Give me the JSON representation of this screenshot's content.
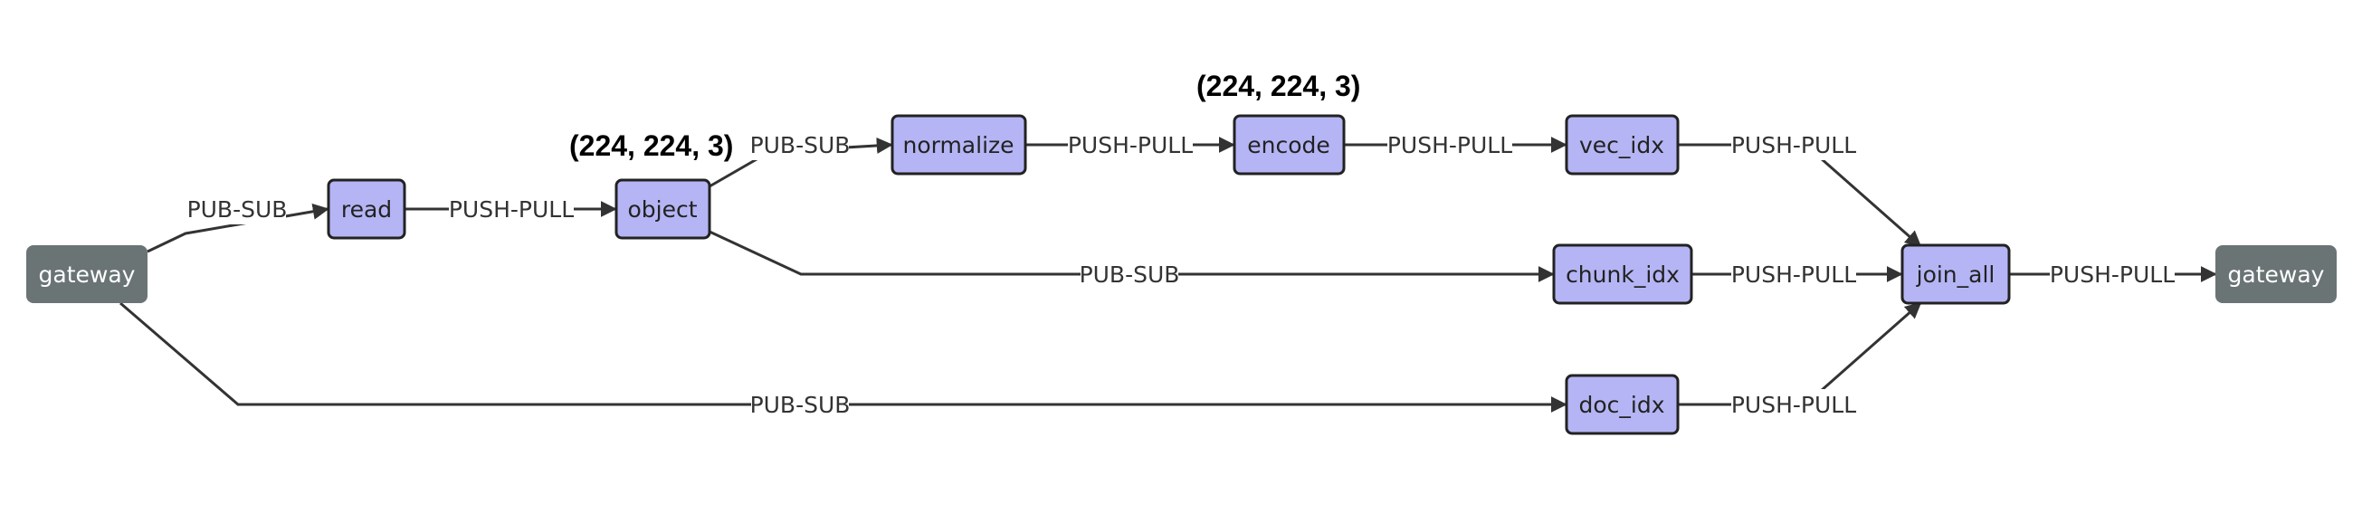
{
  "diagram": {
    "colors": {
      "node_fill": "#b5b5f5",
      "node_stroke": "#222222",
      "endpoint_fill": "#6b7475",
      "edge": "#333333"
    },
    "nodes": {
      "gateway_in": "gateway",
      "read": "read",
      "object": "object",
      "normalize": "normalize",
      "encode": "encode",
      "vec_idx": "vec_idx",
      "chunk_idx": "chunk_idx",
      "doc_idx": "doc_idx",
      "join_all": "join_all",
      "gateway_out": "gateway"
    },
    "annotations": {
      "object_shape": "(224, 224, 3)",
      "encode_shape": "(224, 224, 3)"
    },
    "edges": [
      {
        "from": "gateway_in",
        "to": "read",
        "label": "PUB-SUB"
      },
      {
        "from": "read",
        "to": "object",
        "label": "PUSH-PULL"
      },
      {
        "from": "object",
        "to": "normalize",
        "label": "PUB-SUB"
      },
      {
        "from": "normalize",
        "to": "encode",
        "label": "PUSH-PULL"
      },
      {
        "from": "encode",
        "to": "vec_idx",
        "label": "PUSH-PULL"
      },
      {
        "from": "object",
        "to": "chunk_idx",
        "label": "PUB-SUB"
      },
      {
        "from": "gateway_in",
        "to": "doc_idx",
        "label": "PUB-SUB"
      },
      {
        "from": "vec_idx",
        "to": "join_all",
        "label": "PUSH-PULL"
      },
      {
        "from": "chunk_idx",
        "to": "join_all",
        "label": "PUSH-PULL"
      },
      {
        "from": "doc_idx",
        "to": "join_all",
        "label": "PUSH-PULL"
      },
      {
        "from": "join_all",
        "to": "gateway_out",
        "label": "PUSH-PULL"
      }
    ]
  }
}
